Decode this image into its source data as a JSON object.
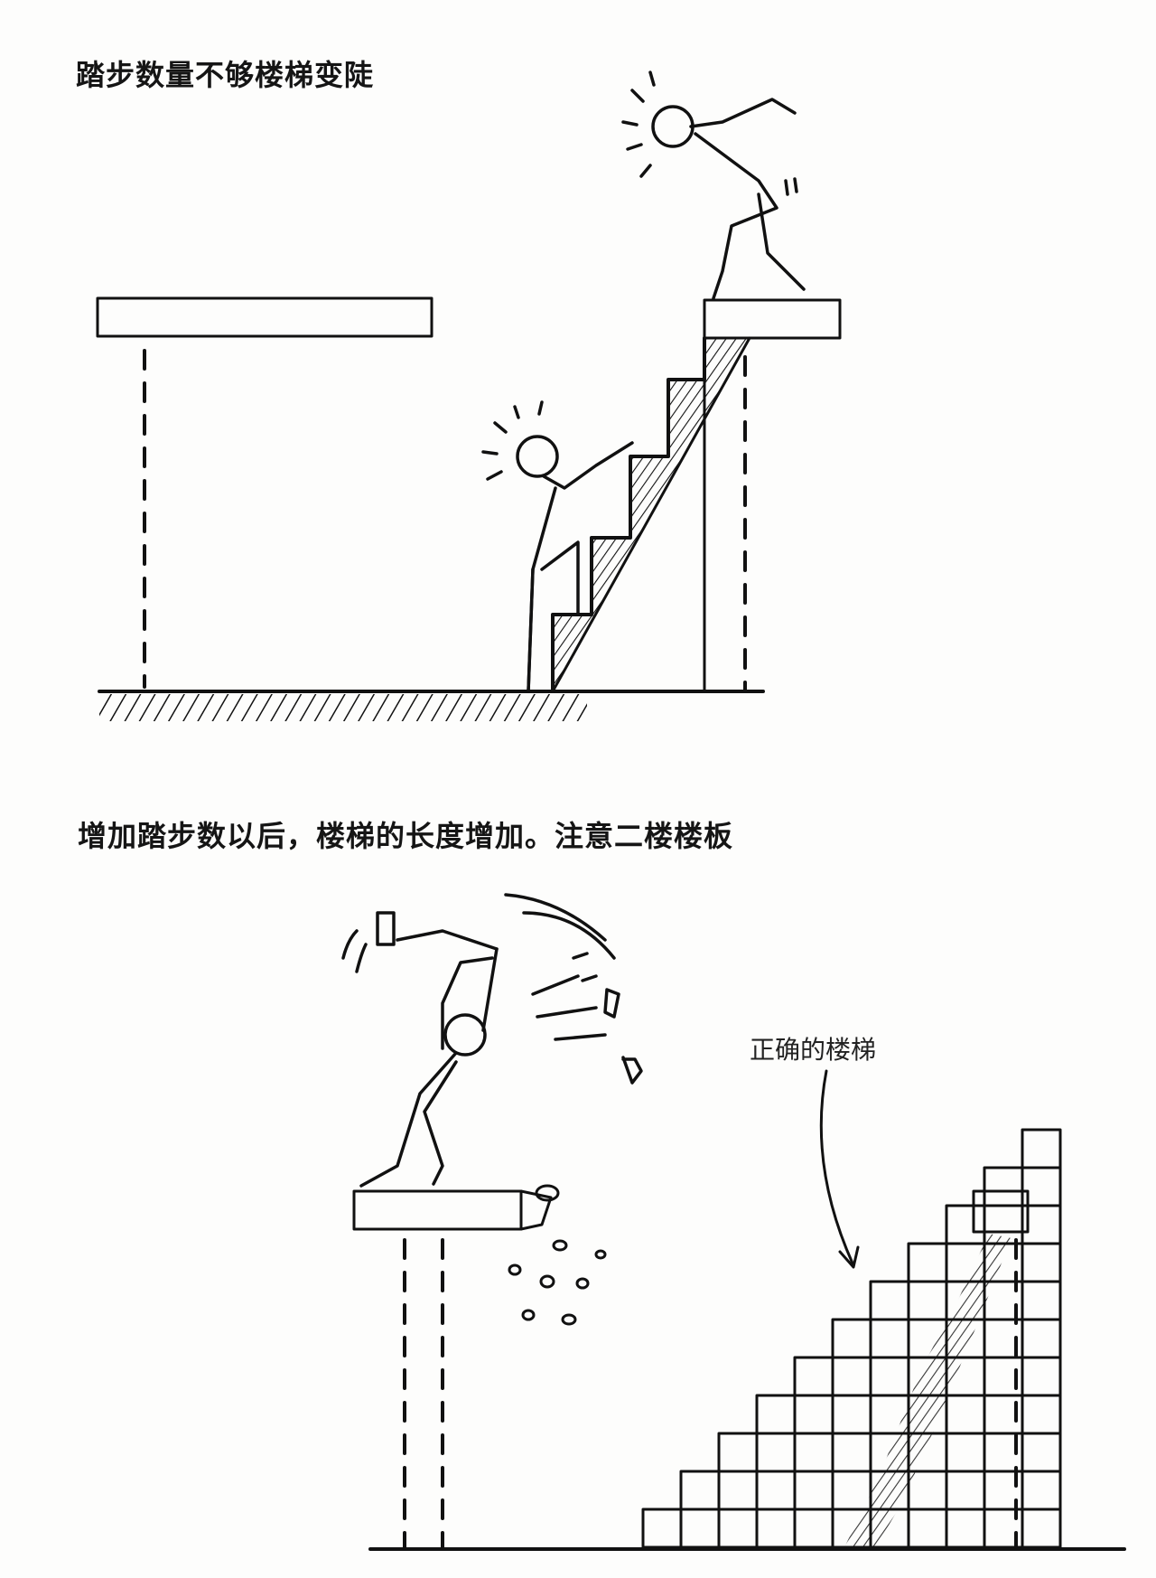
{
  "captions": {
    "top": "踏步数量不够楼梯变陡",
    "bottom": "增加踏步数以后，楼梯的长度增加。注意二楼楼板",
    "label": "正确的楼梯"
  },
  "colors": {
    "ink": "#111111",
    "paper": "#fdfdfc"
  }
}
